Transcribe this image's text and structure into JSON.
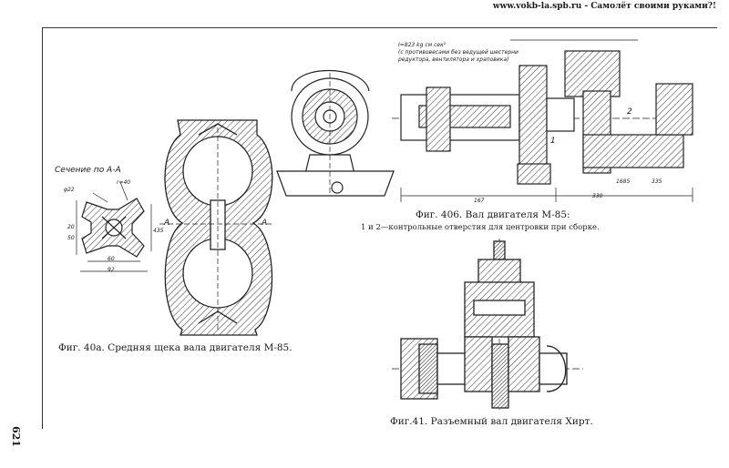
{
  "header": {
    "site_text": "www.vokb-la.spb.ru - Самолёт своими руками?!"
  },
  "page_number": "621",
  "fig40a": {
    "caption": "Фиг. 40а. Средняя щека вала двигателя М-85.",
    "section_label": "Сечение по А-А",
    "dims": [
      "φ22",
      "r=40",
      "20",
      "50",
      "60",
      "92",
      "435",
      "А",
      "А"
    ]
  },
  "fig40b": {
    "caption": "Фиг. 406. Вал двигателя М-85:",
    "subcaption": "1 и 2—контрольные отверстия для центровки при сборке.",
    "note_lines": [
      "I=823 kg cм сек²",
      "(с противовесами без ведущей шестерни",
      "редуктора, вентилятора и храповика)"
    ],
    "markers": [
      "1",
      "2"
    ],
    "dims": [
      "167",
      "330",
      "1685",
      "335"
    ]
  },
  "fig41": {
    "caption": "Фиг.41. Разъемный вал двигателя Хирт."
  }
}
